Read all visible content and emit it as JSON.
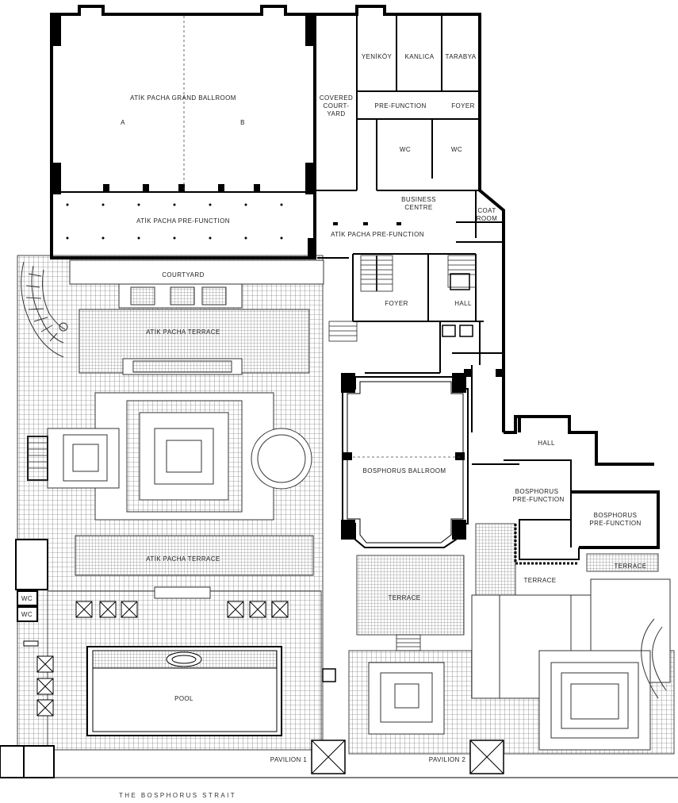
{
  "rooms": {
    "grand_ballroom": "ATİK PACHA GRAND BALLROOM",
    "section_a": "A",
    "section_b": "B",
    "yenikoy": "YENİKÖY",
    "kanlica": "KANLICA",
    "tarabya": "TARABYA",
    "covered_courtyard_1": "COVERED",
    "covered_courtyard_2": "COURT-",
    "covered_courtyard_3": "YARD",
    "pre_function_small": "PRE-FUNCTION",
    "foyer_top": "FOYER",
    "wc_1": "WC",
    "wc_2": "WC",
    "business_centre_1": "BUSINESS",
    "business_centre_2": "CENTRE",
    "coat_room_1": "COAT",
    "coat_room_2": "ROOM",
    "atik_pre_function_left": "ATİK PACHA PRE-FUNCTION",
    "atik_pre_function_right": "ATİK PACHA PRE-FUNCTION",
    "courtyard": "COURTYARD",
    "foyer_mid": "FOYER",
    "hall_mid": "HALL",
    "atik_terrace_top": "ATİK PACHA TERRACE",
    "hall_right": "HALL",
    "bosphorus_ballroom": "BOSPHORUS BALLROOM",
    "bosphorus_pf_1a": "BOSPHORUS",
    "bosphorus_pf_1b": "PRE-FUNCTION",
    "bosphorus_pf_2a": "BOSPHORUS",
    "bosphorus_pf_2b": "PRE-FUNCTION",
    "terrace_right": "TERRACE",
    "terrace_mid_right": "TERRACE",
    "atik_terrace_bottom": "ATİK PACHA TERRACE",
    "terrace_center": "TERRACE",
    "wc_left_1": "WC",
    "wc_left_2": "WC",
    "pool": "POOL",
    "pavilion_1": "PAVILION 1",
    "pavilion_2": "PAVILION 2"
  },
  "caption": "THE BOSPHORUS STRAIT"
}
